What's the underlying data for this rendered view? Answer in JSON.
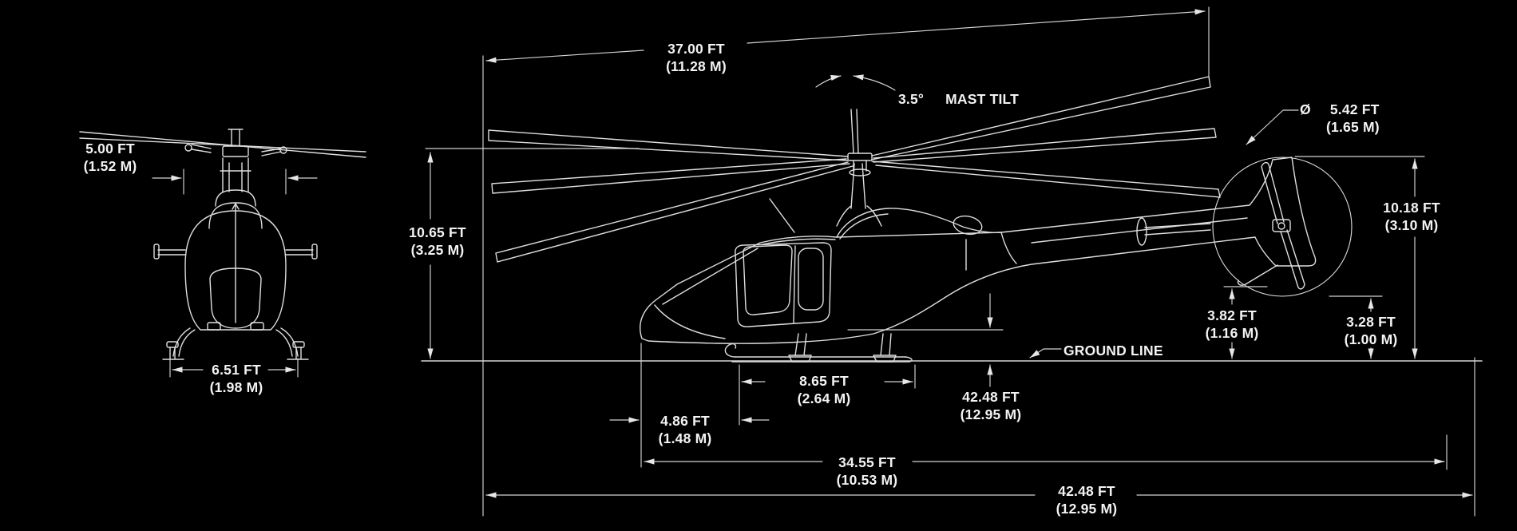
{
  "colors": {
    "background": "#000000",
    "line_art": "#dedede",
    "dimension_lines": "#d4d4d4",
    "text": "#f3f3f3"
  },
  "annotations": {
    "ground_line": "GROUND LINE",
    "mast_tilt": {
      "angle": "3.5°",
      "label": "MAST TILT"
    }
  },
  "dimensions": {
    "main_rotor_diameter": {
      "ft": "37.00 FT",
      "m": "(11.28 M)"
    },
    "rotor_mast_height": {
      "ft": "10.65 FT",
      "m": "(3.25 M)"
    },
    "tail_rotor_diameter": {
      "symbol": "Ø",
      "ft": "5.42 FT",
      "m": "(1.65 M)"
    },
    "tail_rotor_height": {
      "ft": "10.18 FT",
      "m": "(3.10 M)"
    },
    "stabilizer_ground_clearance": {
      "ft": "3.82 FT",
      "m": "(1.16 M)"
    },
    "tail_rotor_ground_clearance": {
      "ft": "3.28 FT",
      "m": "(1.00 M)"
    },
    "fuselage_width": {
      "ft": "5.00 FT",
      "m": "(1.52 M)"
    },
    "skid_width": {
      "ft": "6.51 FT",
      "m": "(1.98 M)"
    },
    "skid_length": {
      "ft": "8.65 FT",
      "m": "(2.64 M)"
    },
    "nose_to_skid": {
      "ft": "4.86 FT",
      "m": "(1.48 M)"
    },
    "fuselage_length": {
      "ft": "34.55 FT",
      "m": "(10.53 M)"
    },
    "overall_length_at_ground": {
      "ft": "42.48 FT",
      "m": "(12.95 M)"
    },
    "overall_length": {
      "ft": "42.48 FT",
      "m": "(12.95 M)"
    }
  }
}
